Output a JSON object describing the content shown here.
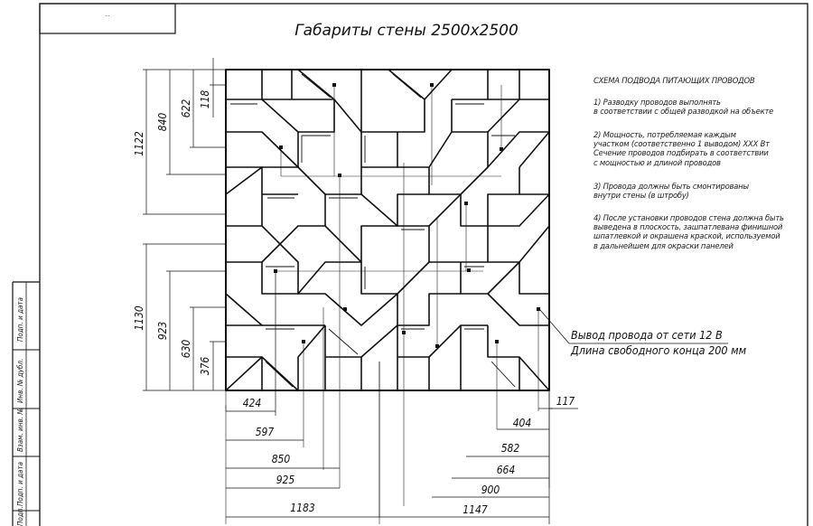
{
  "title": "Габариты стены 2500х2500",
  "stamp_text": "...",
  "notes": {
    "heading": "СХЕМА ПОДВОДА ПИТАЮЩИХ ПРОВОДОВ",
    "items": [
      "1) Разводку проводов выполнять\nв соответствии с общей разводкой на объекте",
      "2) Мощность, потребляемая каждым\nучастком (соответственно 1 выводом) ХХХ Вт\nСечение проводов подбирать в соответствии\nс мощностью и длиной проводов",
      "3) Провода должны быть смонтированы\nвнутри стены (в штробу)",
      "4) После установки проводов стена должна быть\nвыведена в плоскость, зашпатлевана финишной\nшпатлевкой и окрашена краской, используемой\nв дальнейшем для окраски панелей"
    ]
  },
  "callout": {
    "line1": "Вывод провода от сети 12 В",
    "line2": "Длина свободного конца 200 мм"
  },
  "dims_left_top": [
    "1122",
    "840",
    "622",
    "118"
  ],
  "dims_left_bottom": [
    "1130",
    "923",
    "630",
    "376"
  ],
  "dims_bottom_left": [
    "424",
    "597",
    "850",
    "925",
    "1183"
  ],
  "dims_bottom_right": [
    "117",
    "404",
    "582",
    "664",
    "900",
    "1147"
  ],
  "side_stamp_labels": [
    "Подп. и дата",
    "Инв. № дубл.",
    "Взам. инв. №",
    "Подп. и дата",
    "Подп."
  ]
}
